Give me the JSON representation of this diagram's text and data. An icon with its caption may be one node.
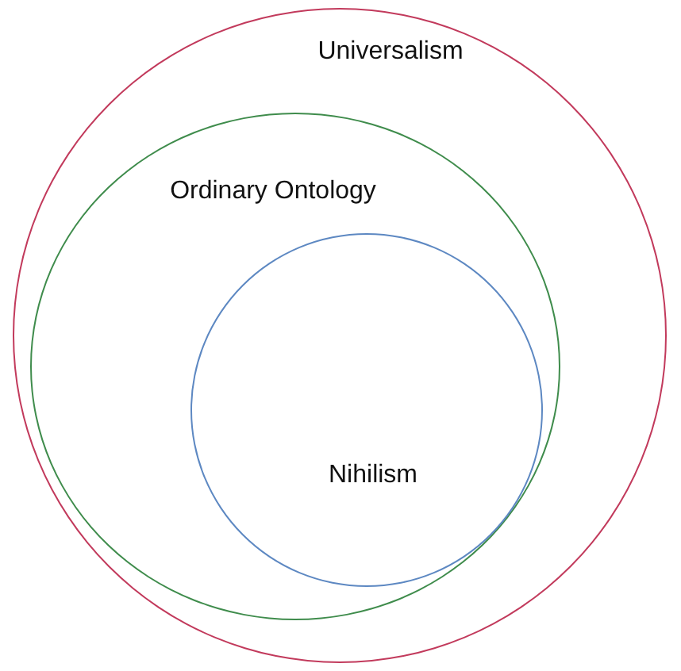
{
  "diagram": {
    "nodes": [
      {
        "text": [
          "Universalism"
        ]
      },
      {
        "text": [
          "Ordinary Ontology"
        ],
        "in": 0
      },
      {
        "text": [
          "Nihilism"
        ],
        "in": 1
      }
    ]
  }
}
